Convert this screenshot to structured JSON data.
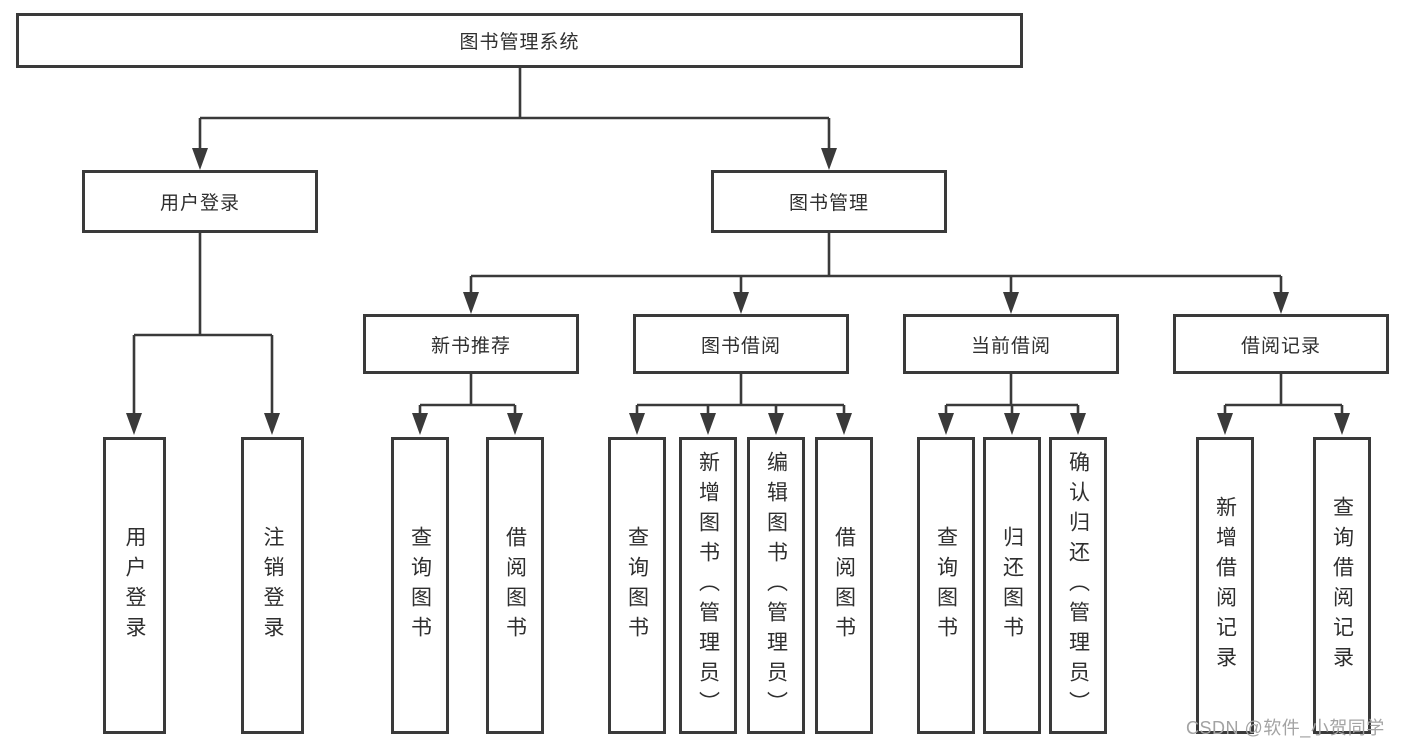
{
  "colors": {
    "line": "#3a3a3a",
    "box_border": "#3a3a3a",
    "text": "#2f2f2f",
    "watermark": "#a3a3a3",
    "background": "#ffffff"
  },
  "diagram": {
    "root": {
      "label": "图书管理系统"
    },
    "level2": {
      "user_login": {
        "label": "用户登录",
        "children": [
          "用户登录",
          "注销登录"
        ]
      },
      "book_management": {
        "label": "图书管理"
      }
    },
    "level3": {
      "new_book_recommend": {
        "label": "新书推荐",
        "children": [
          "查询图书",
          "借阅图书"
        ]
      },
      "book_borrow": {
        "label": "图书借阅",
        "children": [
          "查询图书",
          "新增图书（管理员）",
          "编辑图书（管理员）",
          "借阅图书"
        ]
      },
      "current_borrow": {
        "label": "当前借阅",
        "children": [
          "查询图书",
          "归还图书",
          "确认归还（管理员）"
        ]
      },
      "borrow_records": {
        "label": "借阅记录",
        "children": [
          "新增借阅记录",
          "查询借阅记录"
        ]
      }
    }
  },
  "watermark": {
    "text": "CSDN @软件_小贺同学"
  }
}
